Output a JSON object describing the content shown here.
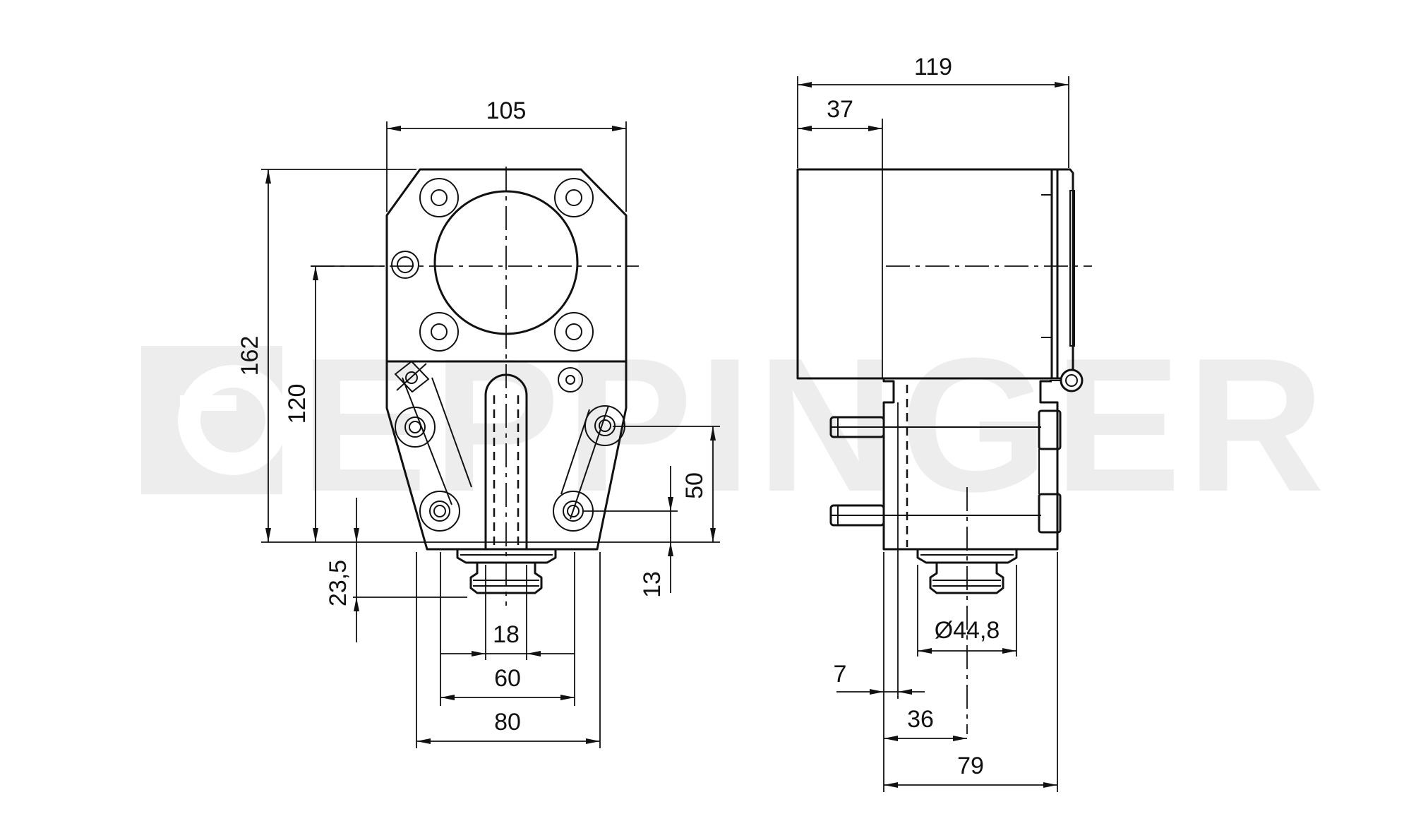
{
  "watermark": {
    "brand": "EPPINGER"
  },
  "front_view": {
    "dimensions": {
      "total_width": "105",
      "total_height": "162",
      "axis_height": "120",
      "offset_23_5": "23,5",
      "spacing_50": "50",
      "offset_13": "13",
      "slot_width": "18",
      "pitch_60": "60",
      "base_width": "80"
    }
  },
  "side_view": {
    "dimensions": {
      "total_depth": "119",
      "offset_37": "37",
      "diameter": "Ø44,8",
      "offset_7": "7",
      "offset_36": "36",
      "base_depth": "79"
    }
  },
  "colors": {
    "line": "#111111",
    "watermark": "#ededed",
    "background": "#ffffff"
  }
}
